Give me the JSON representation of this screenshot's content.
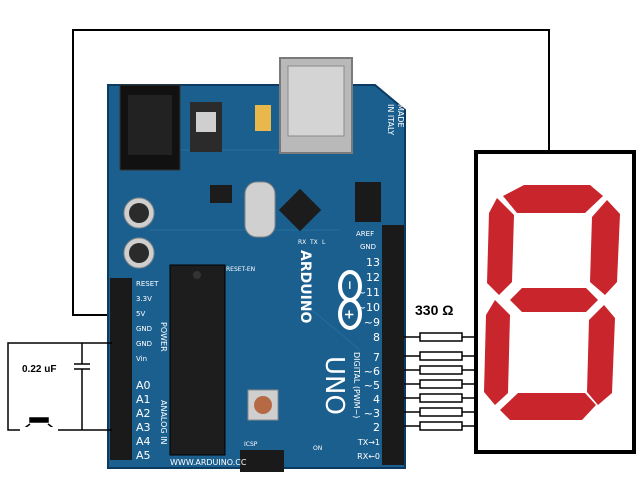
{
  "circuit": {
    "resistor_label": "330 Ω",
    "capacitor_label": "0.22 uF"
  },
  "board": {
    "made_in": [
      "MADE",
      "IN ITALY"
    ],
    "brand": "ARDUINO",
    "model": "UNO",
    "website": "WWW.ARDUINO.CC",
    "power_header": "POWER",
    "analog_header": "ANALOG IN",
    "digital_header": "DIGITAL (PWM~)",
    "power_pins": [
      "RESET",
      "3.3V",
      "5V",
      "GND",
      "GND",
      "Vin"
    ],
    "analog_pins": [
      "A0",
      "A1",
      "A2",
      "A3",
      "A4",
      "A5"
    ],
    "top_pins": [
      "AREF",
      "GND"
    ],
    "digital_pins": [
      "13",
      "12",
      "~11",
      "~10",
      "~9",
      "8",
      "7",
      "~6",
      "~5",
      "4",
      "~3",
      "2",
      "TX→1",
      "RX←0"
    ],
    "misc": [
      "RESET",
      "ICSP",
      "RX",
      "TX",
      "L",
      "ON",
      "RESET-EN"
    ]
  },
  "display": {
    "segments_lit": [
      "a",
      "b",
      "c",
      "d",
      "e",
      "f",
      "g"
    ],
    "segment_color": "#c9252c"
  },
  "colors": {
    "board": "#1b5f8f",
    "board_dark": "#0f4570",
    "header": "#1a1a1a",
    "wire": "#000000"
  }
}
